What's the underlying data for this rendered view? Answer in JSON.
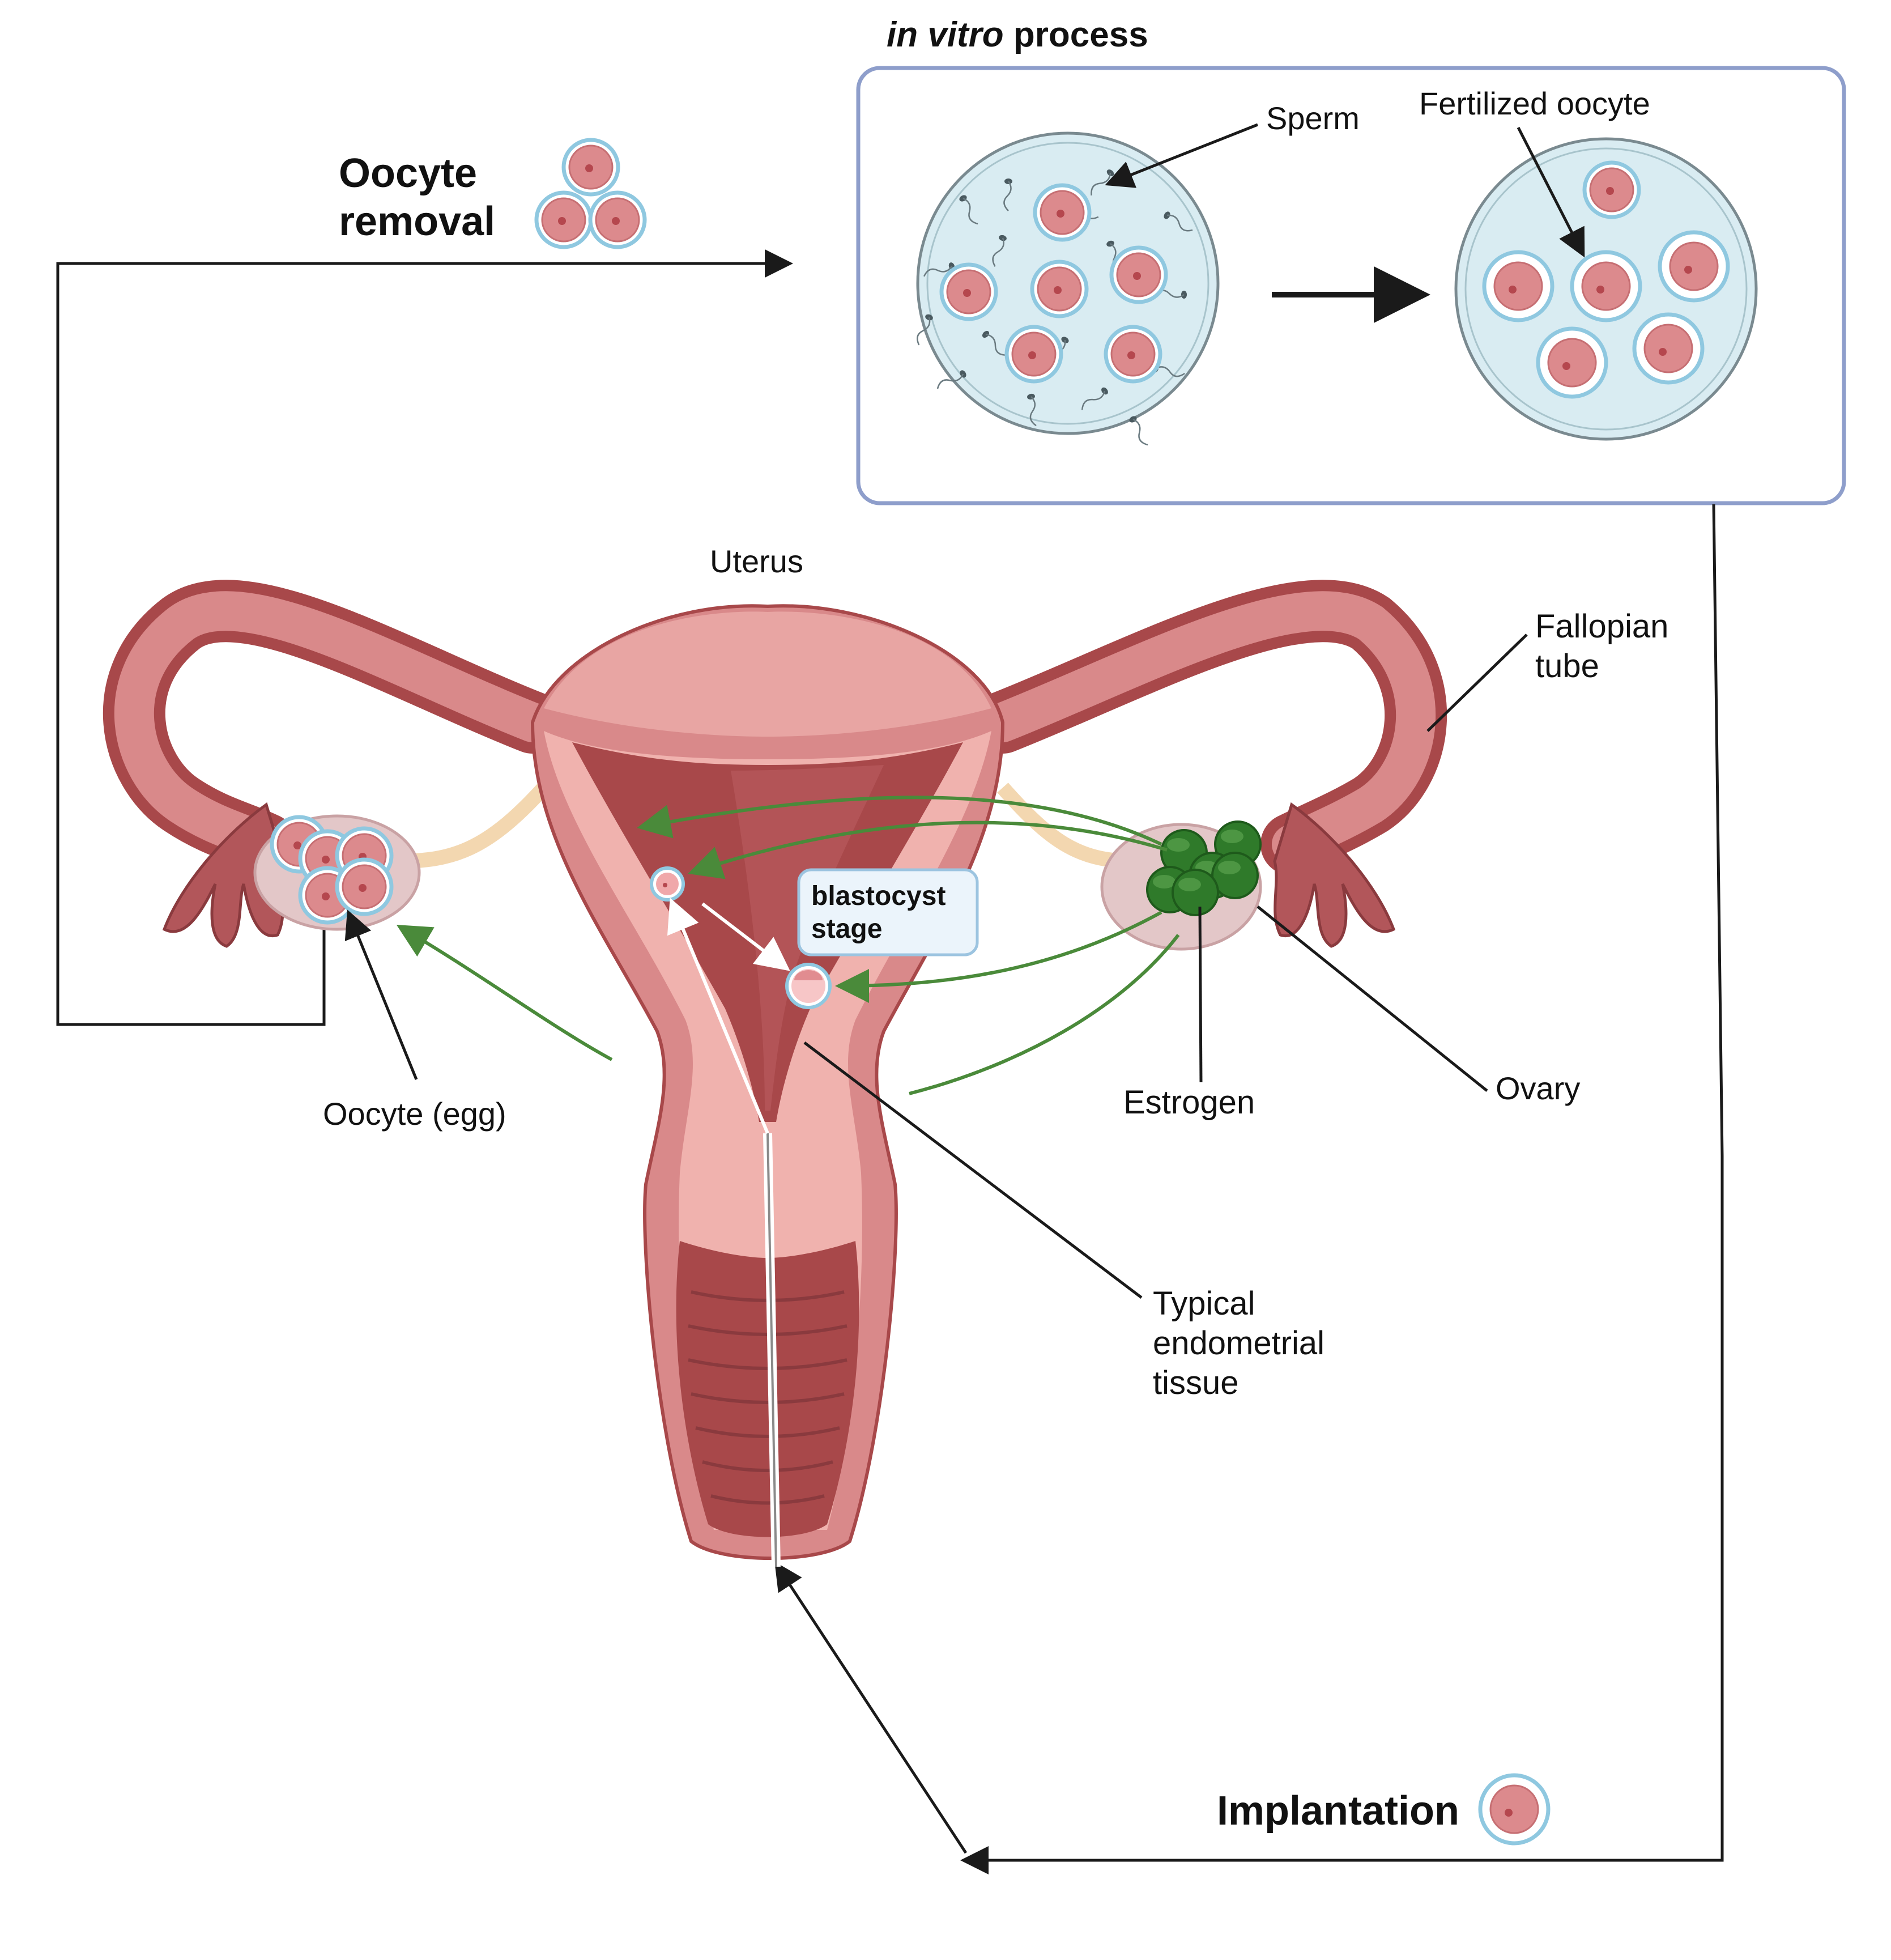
{
  "title_italic": "in vitro",
  "title_rest": " process",
  "labels": {
    "oocyte_removal_line1": "Oocyte",
    "oocyte_removal_line2": "removal",
    "sperm": "Sperm",
    "fertilized_oocyte": "Fertilized oocyte",
    "uterus": "Uterus",
    "fallopian_tube_line1": "Fallopian",
    "fallopian_tube_line2": "tube",
    "blastocyst_line1": "blastocyst",
    "blastocyst_line2": "stage",
    "oocyte_egg": "Oocyte (egg)",
    "estrogen": "Estrogen",
    "ovary": "Ovary",
    "endometrial_line1": "Typical",
    "endometrial_line2": "endometrial",
    "endometrial_line3": "tissue",
    "implantation": "Implantation"
  },
  "colors": {
    "cell_fill": "#dc8a8d",
    "cell_ring": "#8fc8e0",
    "dish_fill": "#d9ecf2",
    "uterus_outer": "#d9898a",
    "uterus_dark": "#a8484a",
    "uterus_light": "#f0b2ae",
    "estrogen_green": "#3d8a34",
    "arrow_green": "#4a8a3a",
    "box_border": "#8e9ecb"
  }
}
